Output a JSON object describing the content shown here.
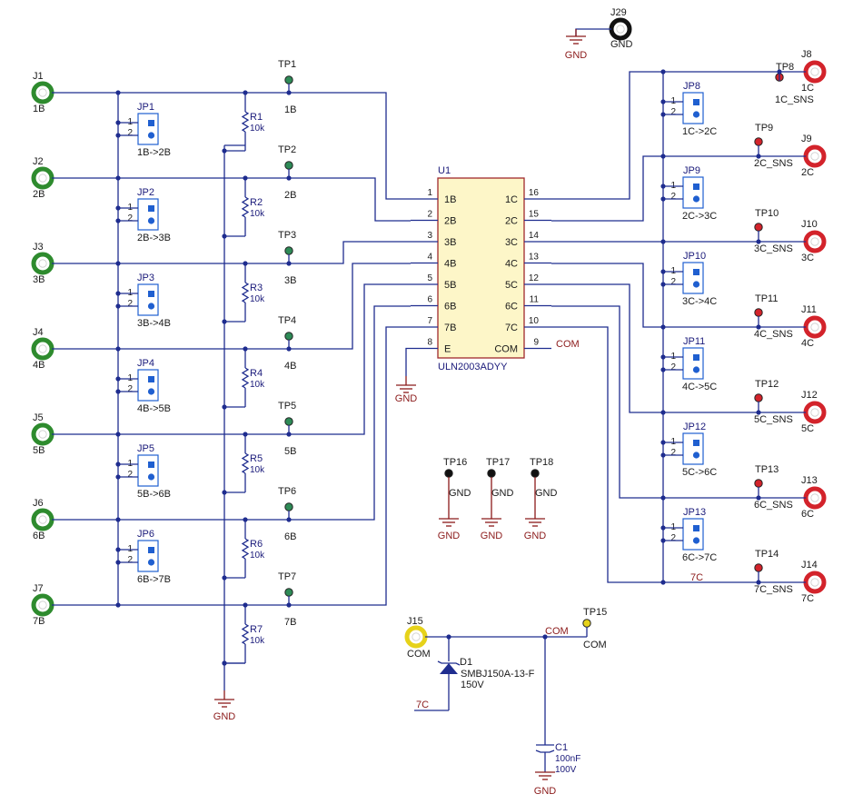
{
  "colors": {
    "wire": "#1f2d8f",
    "ic_fill": "#fdf6c8",
    "ic_border": "#a0282d",
    "green_conn": "#2e8b2e",
    "red_conn": "#d3232b",
    "yellow_conn": "#e6d21a",
    "tp_green": "#2e8b57",
    "tp_red": "#d3232b",
    "tp_yellow": "#e6d21a",
    "gnd": "#8b1a1a",
    "jumper": "#1f5fd0"
  },
  "ic": {
    "ref": "U1",
    "part": "ULN2003ADYY",
    "left_pins": [
      {
        "num": "1",
        "name": "1B"
      },
      {
        "num": "2",
        "name": "2B"
      },
      {
        "num": "3",
        "name": "3B"
      },
      {
        "num": "4",
        "name": "4B"
      },
      {
        "num": "5",
        "name": "5B"
      },
      {
        "num": "6",
        "name": "6B"
      },
      {
        "num": "7",
        "name": "7B"
      },
      {
        "num": "8",
        "name": "E"
      }
    ],
    "right_pins": [
      {
        "num": "16",
        "name": "1C"
      },
      {
        "num": "15",
        "name": "2C"
      },
      {
        "num": "14",
        "name": "3C"
      },
      {
        "num": "13",
        "name": "4C"
      },
      {
        "num": "12",
        "name": "5C"
      },
      {
        "num": "11",
        "name": "6C"
      },
      {
        "num": "10",
        "name": "7C"
      },
      {
        "num": "9",
        "name": "COM"
      }
    ],
    "com_net": "COM"
  },
  "inputs": [
    {
      "ref": "J1",
      "label": "1B",
      "tp": "TP1",
      "tp_label": "1B",
      "res": "R1",
      "res_val": "10k"
    },
    {
      "ref": "J2",
      "label": "2B",
      "tp": "TP2",
      "tp_label": "2B",
      "res": "R2",
      "res_val": "10k"
    },
    {
      "ref": "J3",
      "label": "3B",
      "tp": "TP3",
      "tp_label": "3B",
      "res": "R3",
      "res_val": "10k"
    },
    {
      "ref": "J4",
      "label": "4B",
      "tp": "TP4",
      "tp_label": "4B",
      "res": "R4",
      "res_val": "10k"
    },
    {
      "ref": "J5",
      "label": "5B",
      "tp": "TP5",
      "tp_label": "5B",
      "res": "R5",
      "res_val": "10k"
    },
    {
      "ref": "J6",
      "label": "6B",
      "tp": "TP6",
      "tp_label": "6B",
      "res": "R6",
      "res_val": "10k"
    },
    {
      "ref": "J7",
      "label": "7B",
      "tp": "TP7",
      "tp_label": "7B",
      "res": "R7",
      "res_val": "10k"
    }
  ],
  "input_jumpers": [
    {
      "ref": "JP1",
      "label": "1B->2B"
    },
    {
      "ref": "JP2",
      "label": "2B->3B"
    },
    {
      "ref": "JP3",
      "label": "3B->4B"
    },
    {
      "ref": "JP4",
      "label": "4B->5B"
    },
    {
      "ref": "JP5",
      "label": "5B->6B"
    },
    {
      "ref": "JP6",
      "label": "6B->7B"
    }
  ],
  "outputs": [
    {
      "ref": "J8",
      "label": "1C",
      "tp": "TP8",
      "tp_label": "1C_SNS"
    },
    {
      "ref": "J9",
      "label": "2C",
      "tp": "TP9",
      "tp_label": "2C_SNS"
    },
    {
      "ref": "J10",
      "label": "3C",
      "tp": "TP10",
      "tp_label": "3C_SNS"
    },
    {
      "ref": "J11",
      "label": "4C",
      "tp": "TP11",
      "tp_label": "4C_SNS"
    },
    {
      "ref": "J12",
      "label": "5C",
      "tp": "TP12",
      "tp_label": "5C_SNS"
    },
    {
      "ref": "J13",
      "label": "6C",
      "tp": "TP13",
      "tp_label": "6C_SNS"
    },
    {
      "ref": "J14",
      "label": "7C",
      "tp": "TP14",
      "tp_label": "7C_SNS"
    }
  ],
  "output_jumpers": [
    {
      "ref": "JP8",
      "label": "1C->2C"
    },
    {
      "ref": "JP9",
      "label": "2C->3C"
    },
    {
      "ref": "JP10",
      "label": "3C->4C"
    },
    {
      "ref": "JP11",
      "label": "4C->5C"
    },
    {
      "ref": "JP12",
      "label": "5C->6C"
    },
    {
      "ref": "JP13",
      "label": "6C->7C"
    }
  ],
  "jumper_pins": [
    "1",
    "2"
  ],
  "net_7c": "7C",
  "gnd_label": "GND",
  "j29": {
    "ref": "J29",
    "label": "GND"
  },
  "gnd_tps": [
    {
      "ref": "TP16",
      "label": "GND"
    },
    {
      "ref": "TP17",
      "label": "GND"
    },
    {
      "ref": "TP18",
      "label": "GND"
    }
  ],
  "com_section": {
    "j15_ref": "J15",
    "j15_label": "COM",
    "net": "COM",
    "tp_ref": "TP15",
    "tp_label": "COM",
    "diode_ref": "D1",
    "diode_part": "SMBJ150A-13-F",
    "diode_val": "150V",
    "diode_net": "7C",
    "cap_ref": "C1",
    "cap_val": "100nF",
    "cap_rating": "100V"
  }
}
